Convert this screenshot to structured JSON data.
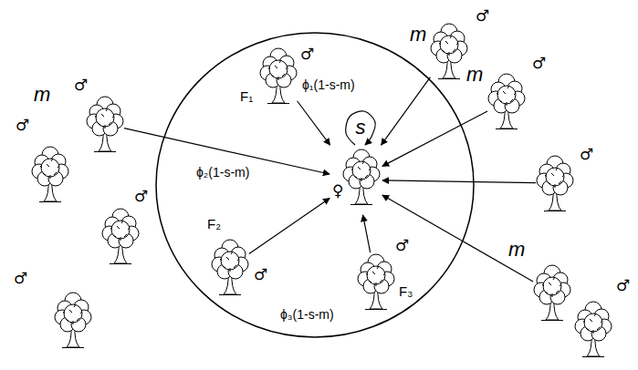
{
  "diagram": {
    "nodes": [
      {
        "text": []
      },
      {
        "text": [
          "♂",
          "F₁",
          "ϕ₁(1-s-m)"
        ],
        "in": 0
      },
      {
        "text": [
          "♀"
        ],
        "in": 0
      },
      {
        "text": [
          "F₂",
          "♂",
          "ϕ₂(1-s-m)"
        ],
        "in": 0
      },
      {
        "text": [
          "♂",
          "F₃",
          "ϕ₃(1-s-m)"
        ],
        "in": 0
      },
      {
        "text": [
          "♂"
        ]
      },
      {
        "text": [
          "♂"
        ]
      },
      {
        "text": [
          "♂"
        ]
      },
      {
        "text": [
          "♂"
        ]
      },
      {
        "text": [
          "m",
          "♂"
        ]
      },
      {
        "text": [
          "m",
          "♂"
        ]
      },
      {
        "text": [
          "♂"
        ]
      },
      {
        "text": [
          "m"
        ]
      },
      {
        "text": [
          "♂"
        ]
      }
    ],
    "edges": [
      {
        "from": 1,
        "to": 2,
        "arrow": "to"
      },
      {
        "from": 3,
        "to": 2,
        "arrow": "to"
      },
      {
        "from": 4,
        "to": 2,
        "arrow": "to"
      },
      {
        "from": 5,
        "to": 2,
        "arrow": "to"
      },
      {
        "from": 9,
        "to": 2,
        "arrow": "to"
      },
      {
        "from": 10,
        "to": 2,
        "arrow": "to"
      },
      {
        "from": 11,
        "to": 2,
        "arrow": "to"
      },
      {
        "from": 12,
        "to": 2,
        "arrow": "to"
      },
      {
        "from": 2,
        "to": 2,
        "label": "s",
        "arrow": "to"
      }
    ],
    "labels": [
      "m"
    ]
  }
}
